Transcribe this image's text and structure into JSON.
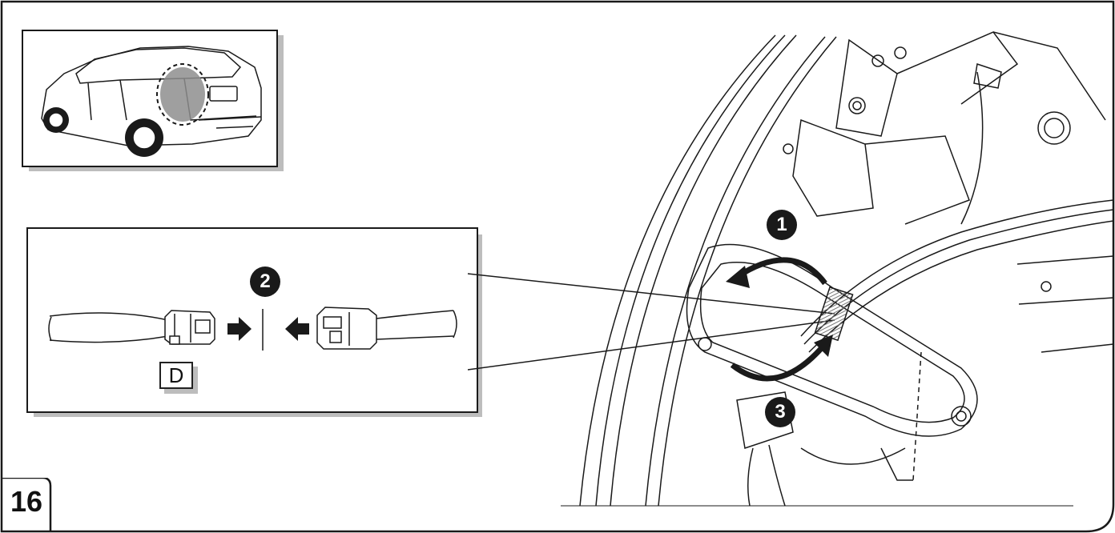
{
  "step": {
    "number": "16"
  },
  "callouts": {
    "c1": "1",
    "c2": "2",
    "c3": "3"
  },
  "labels": {
    "part": "D"
  },
  "colors": {
    "ink": "#1a1a1a",
    "shadow": "#bdbdbd",
    "highlight": "#9a9a9a"
  }
}
